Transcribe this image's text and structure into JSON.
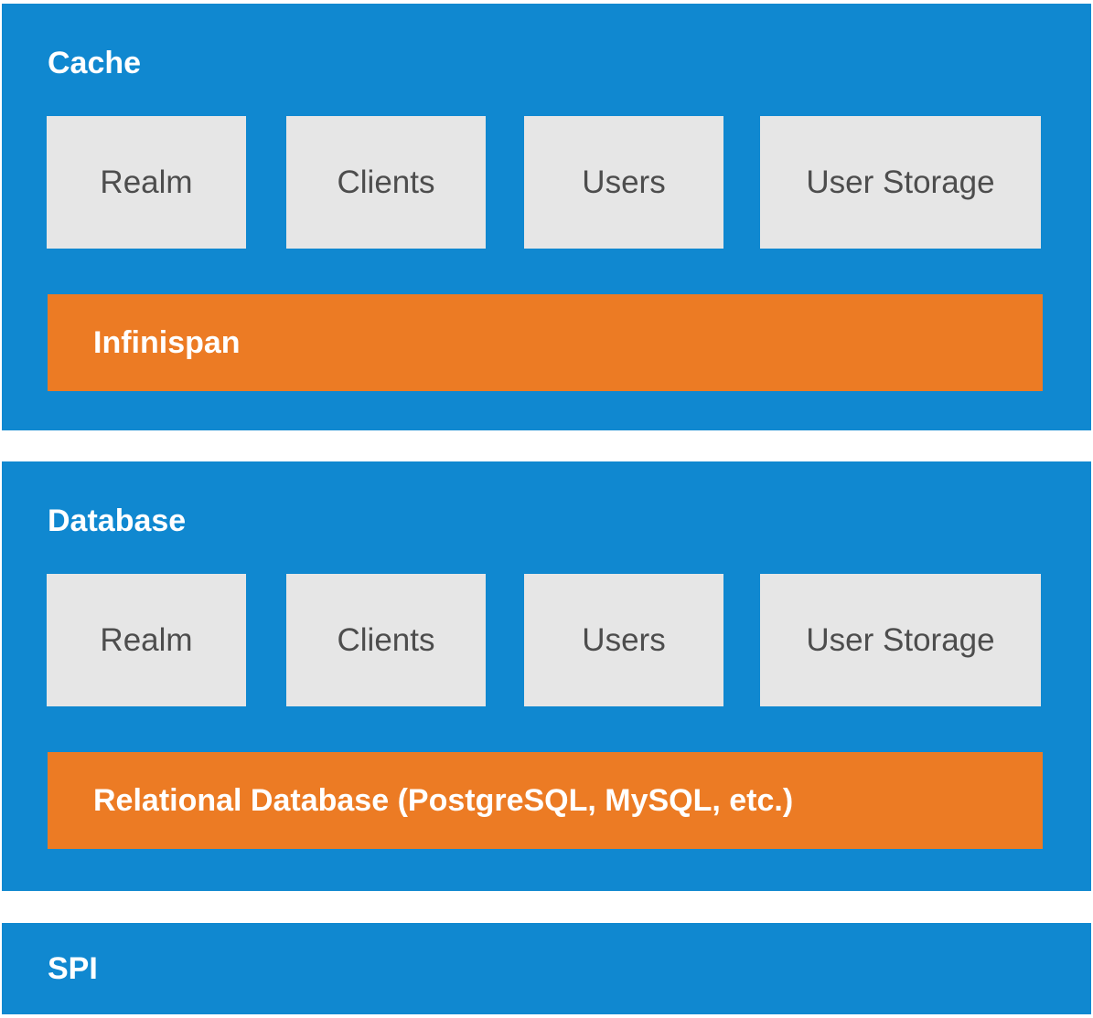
{
  "colors": {
    "layer_blue": "#1088d0",
    "module_gray": "#e6e6e6",
    "bar_orange": "#ec7b24",
    "title_white": "#ffffff",
    "module_text": "#4d4d4d"
  },
  "layers": [
    {
      "title": "Cache",
      "modules": [
        "Realm",
        "Clients",
        "Users",
        "User Storage"
      ],
      "backend": "Infinispan"
    },
    {
      "title": "Database",
      "modules": [
        "Realm",
        "Clients",
        "Users",
        "User Storage"
      ],
      "backend": "Relational Database (PostgreSQL, MySQL, etc.)"
    },
    {
      "title": "SPI"
    }
  ]
}
